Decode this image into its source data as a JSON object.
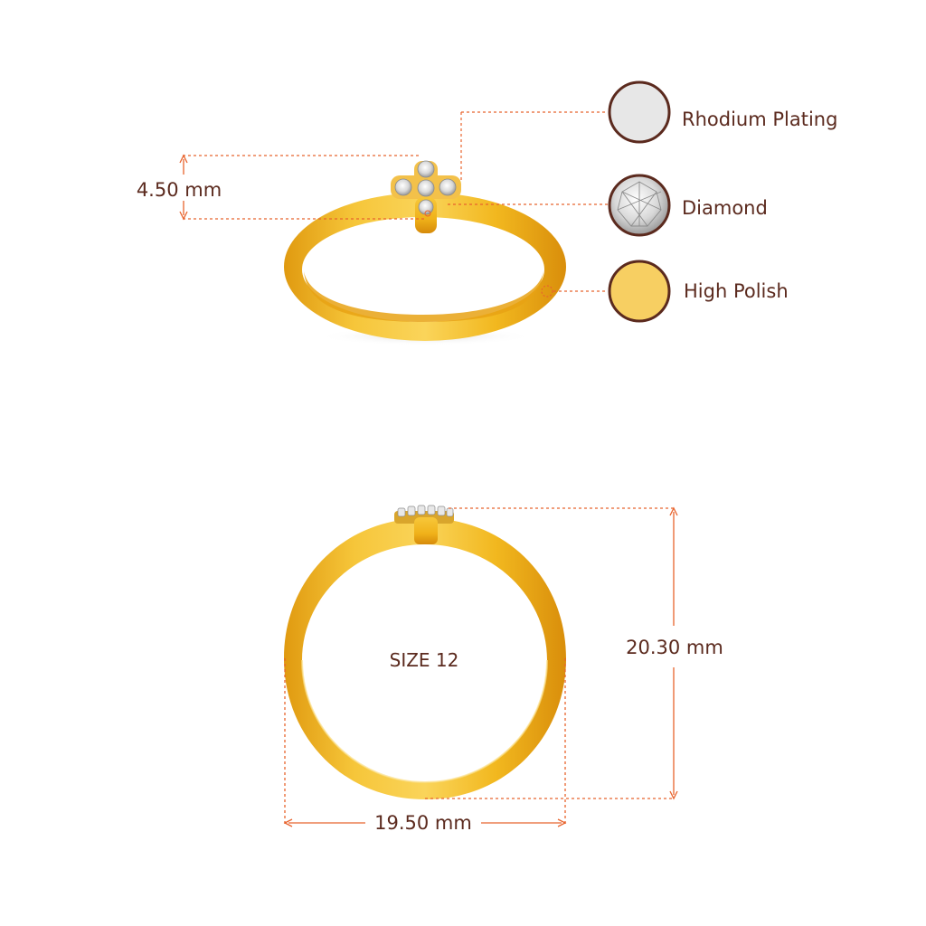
{
  "top_view": {
    "height_label": "4.50 mm"
  },
  "materials": [
    {
      "label": "Rhodium Plating",
      "icon": "rhodium-swatch-icon",
      "color": "#e7e7e7"
    },
    {
      "label": "Diamond",
      "icon": "diamond-swatch-icon",
      "color": "#dcdcdc"
    },
    {
      "label": "High Polish",
      "icon": "gold-swatch-icon",
      "color": "#f7cf62"
    }
  ],
  "front_view": {
    "size_label": "SIZE 12",
    "height_label": "20.30 mm",
    "width_label": "19.50 mm"
  },
  "colors": {
    "dimension_line": "#e8632d",
    "text": "#5b2a1e",
    "swatch_border": "#5b2a1e",
    "gold": "#f3b51c",
    "gold_dark": "#d98e0b"
  }
}
